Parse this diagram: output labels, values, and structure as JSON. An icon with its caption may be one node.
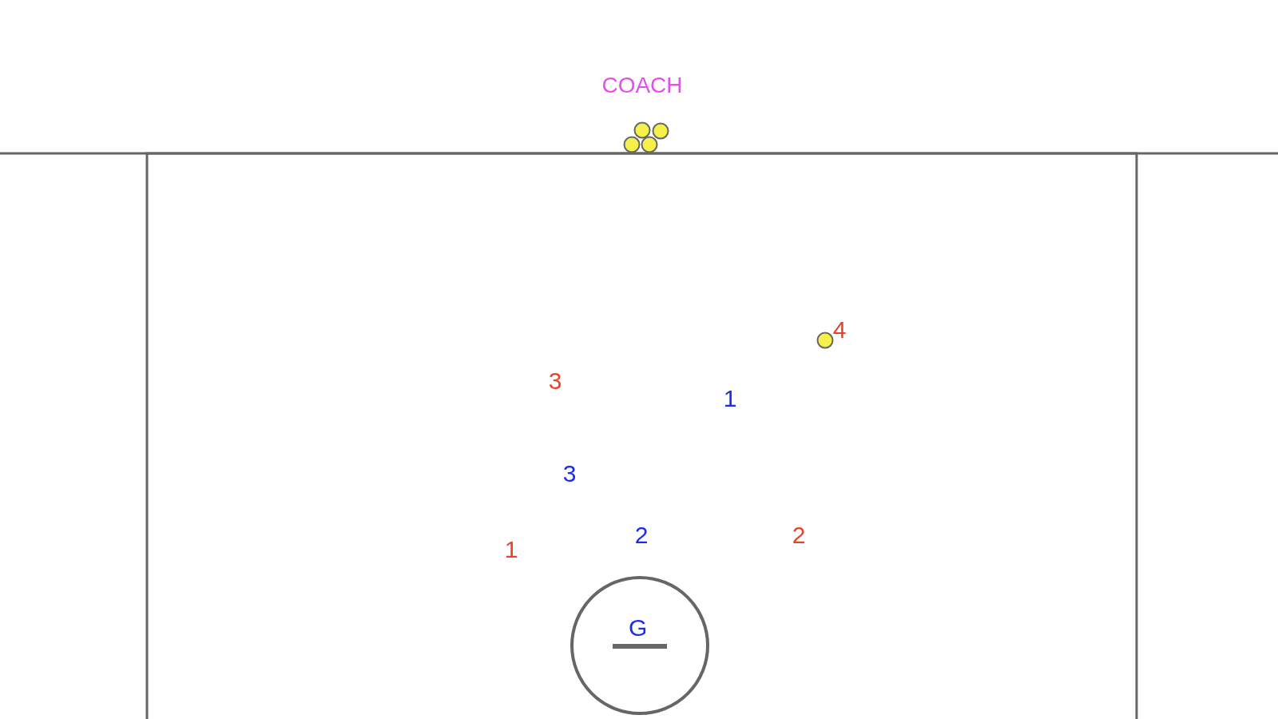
{
  "diagram": {
    "nodes": [
      {
        "text": [
          "G"
        ]
      }
    ],
    "labels": [
      "COACH",
      "4",
      "3",
      "1",
      "3",
      "2",
      "2",
      "1"
    ]
  }
}
